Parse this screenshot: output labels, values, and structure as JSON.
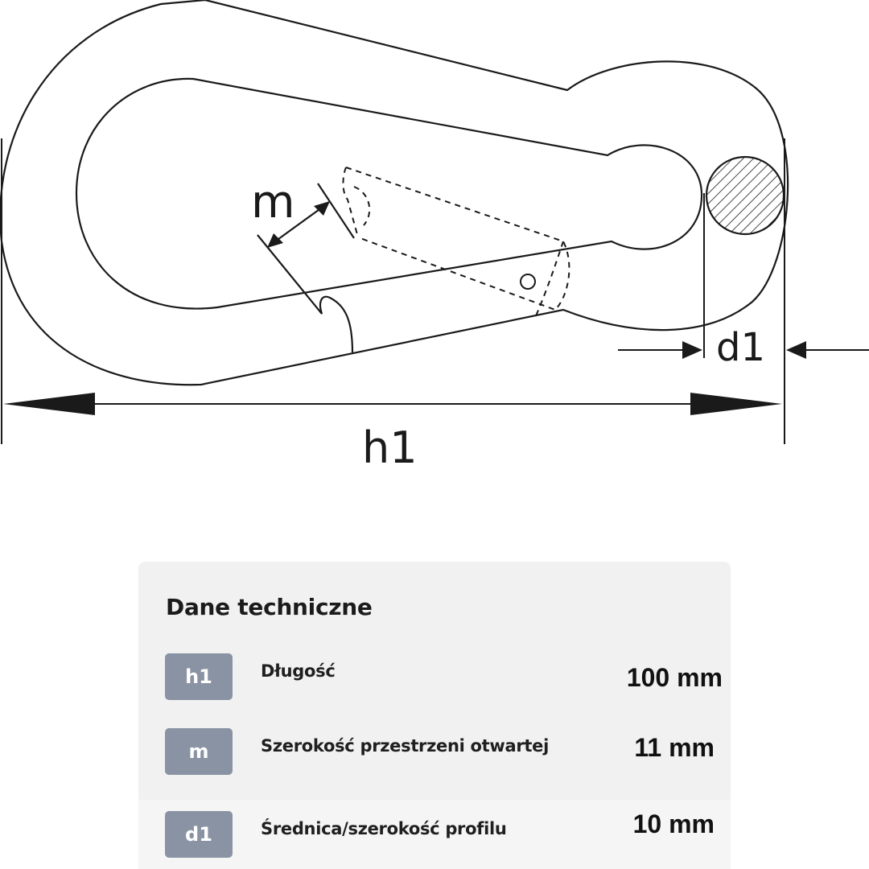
{
  "diagram": {
    "labels": {
      "m": "m",
      "h1": "h1",
      "d1": "d1"
    }
  },
  "specs": {
    "title": "Dane techniczne",
    "rows": [
      {
        "code": "h1",
        "label": "Długość",
        "value": "100 mm"
      },
      {
        "code": "m",
        "label": "Szerokość przestrzeni otwartej",
        "value": "11 mm"
      },
      {
        "code": "d1",
        "label": "Średnica/szerokość profilu",
        "value": "10 mm"
      }
    ]
  }
}
